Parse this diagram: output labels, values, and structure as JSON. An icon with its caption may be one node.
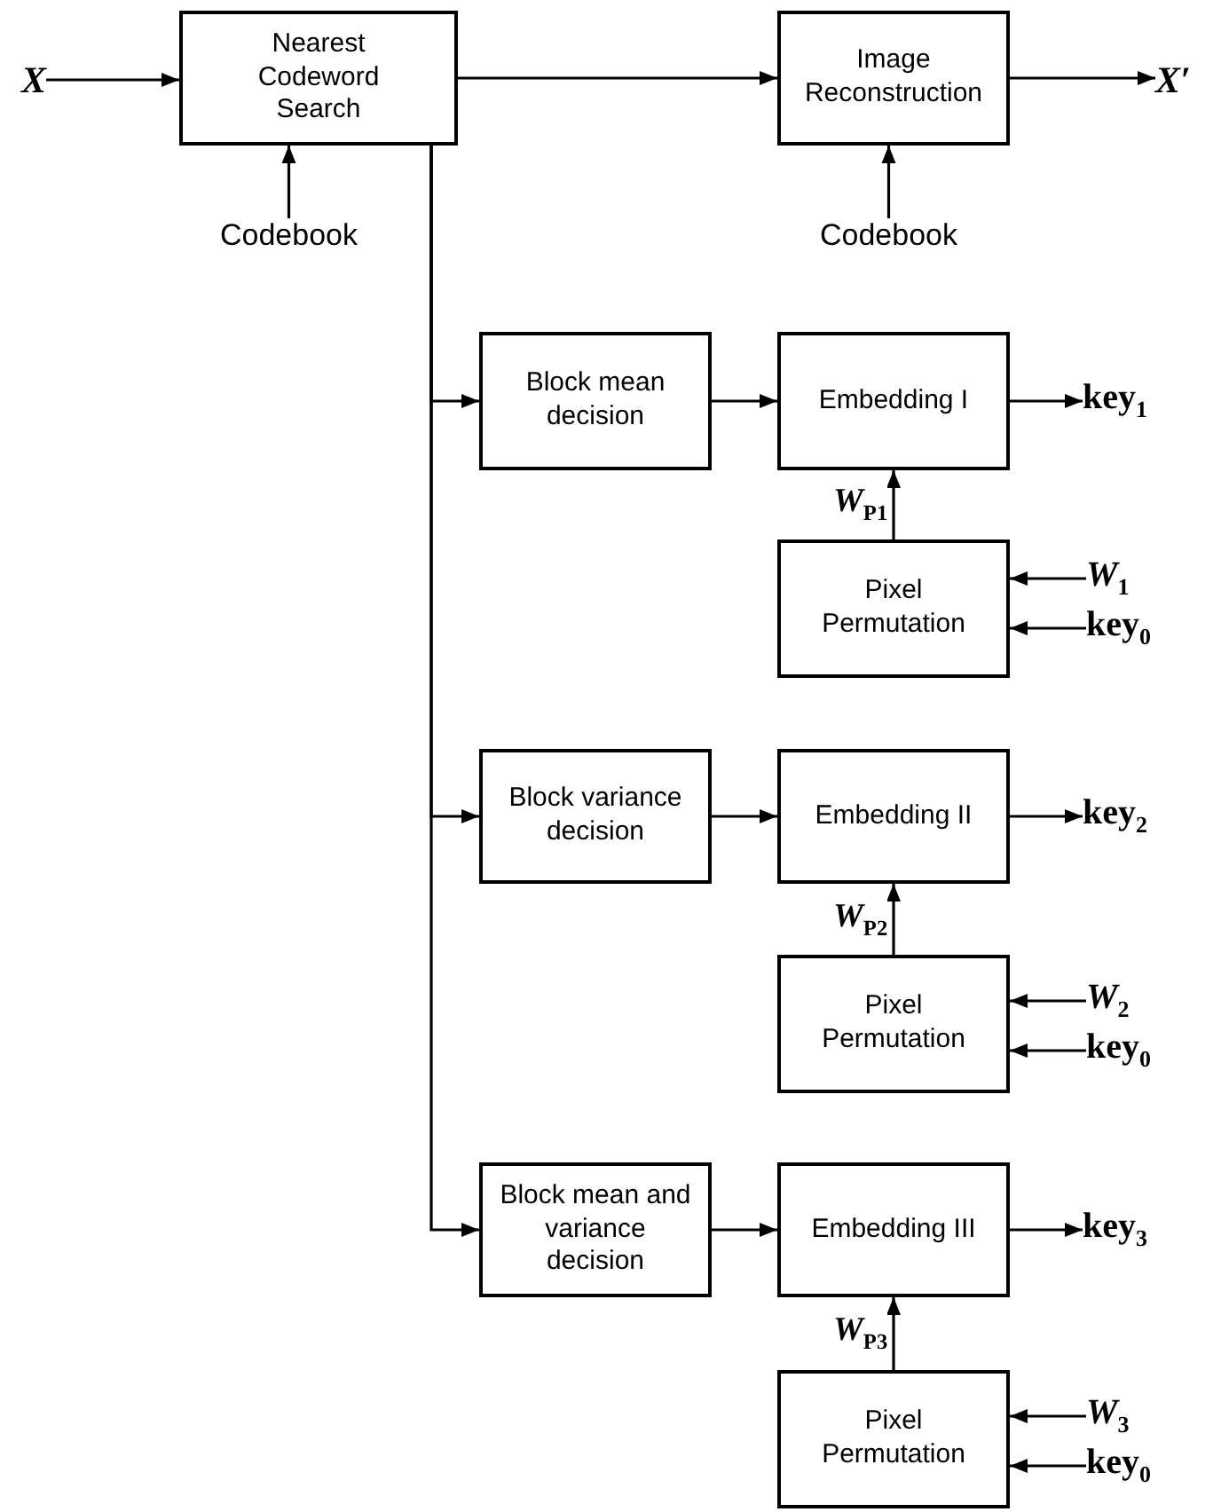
{
  "diagram": {
    "nodes": [
      {
        "text": [
          "X"
        ]
      },
      {
        "text": [
          "Nearest Codeword Search"
        ]
      },
      {
        "text": [
          "Codebook"
        ]
      },
      {
        "text": [
          "Image Reconstruction"
        ]
      },
      {
        "text": [
          "Codebook"
        ]
      },
      {
        "text": [
          "X′"
        ]
      },
      {
        "text": [
          "Block mean decision"
        ]
      },
      {
        "text": [
          "Embedding I"
        ]
      },
      {
        "text": [
          "key$_{1}$"
        ]
      },
      {
        "text": [
          "Pixel Permutation"
        ]
      },
      {
        "text": [
          "*W*$_{1}$"
        ]
      },
      {
        "text": [
          "key$_{0}$"
        ]
      },
      {
        "text": [
          "Block variance decision"
        ]
      },
      {
        "text": [
          "Embedding II"
        ]
      },
      {
        "text": [
          "key$_{2}$"
        ]
      },
      {
        "text": [
          "Pixel Permutation"
        ]
      },
      {
        "text": [
          "*W*$_{2}$"
        ]
      },
      {
        "text": [
          "key$_{0}$"
        ]
      },
      {
        "text": [
          "Block mean and variance decision"
        ]
      },
      {
        "text": [
          "Embedding III"
        ]
      },
      {
        "text": [
          "key$_{3}$"
        ]
      },
      {
        "text": [
          "Pixel Permutation"
        ]
      },
      {
        "text": [
          "*W*$_{3}$"
        ]
      },
      {
        "text": [
          "key$_{0}$"
        ]
      }
    ],
    "edges": [
      {
        "from": 0,
        "to": 1,
        "arrow": "to"
      },
      {
        "from": 2,
        "to": 1,
        "arrow": "to"
      },
      {
        "from": 1,
        "to": 3,
        "arrow": "to"
      },
      {
        "from": 4,
        "to": 3,
        "arrow": "to"
      },
      {
        "from": 3,
        "to": 5,
        "arrow": "to"
      },
      {
        "from": 1,
        "to": 6,
        "arrow": "to"
      },
      {
        "from": 1,
        "to": 12,
        "arrow": "to"
      },
      {
        "from": 1,
        "to": 18,
        "arrow": "to"
      },
      {
        "from": 6,
        "to": 7,
        "arrow": "to"
      },
      {
        "from": 7,
        "to": 8,
        "arrow": "to"
      },
      {
        "from": 9,
        "to": 7,
        "arrow": "to",
        "label": "*W*$_{P1}$"
      },
      {
        "from": 10,
        "to": 9,
        "arrow": "to"
      },
      {
        "from": 11,
        "to": 9,
        "arrow": "to"
      },
      {
        "from": 12,
        "to": 13,
        "arrow": "to"
      },
      {
        "from": 13,
        "to": 14,
        "arrow": "to"
      },
      {
        "from": 15,
        "to": 13,
        "arrow": "to",
        "label": "*W*$_{P2}$"
      },
      {
        "from": 16,
        "to": 15,
        "arrow": "to"
      },
      {
        "from": 17,
        "to": 15,
        "arrow": "to"
      },
      {
        "from": 18,
        "to": 19,
        "arrow": "to"
      },
      {
        "from": 19,
        "to": 20,
        "arrow": "to"
      },
      {
        "from": 21,
        "to": 19,
        "arrow": "to",
        "label": "*W*$_{P3}$"
      },
      {
        "from": 22,
        "to": 21,
        "arrow": "to"
      },
      {
        "from": 23,
        "to": 21,
        "arrow": "to"
      }
    ]
  }
}
